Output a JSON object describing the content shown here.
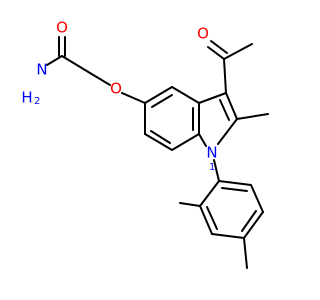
{
  "molecule": {
    "colors": {
      "bond": "#000000",
      "oxygen": "#ff0000",
      "nitrogen": "#0000ff",
      "background": "#ffffff"
    },
    "labels": {
      "amide_oxygen": "O",
      "amide_nitrogen_h2": "H",
      "amide_nitrogen_2": "2",
      "amide_nitrogen": "N",
      "ether_oxygen": "O",
      "ketone_oxygen": "O",
      "indole_nitrogen": "N",
      "indole_locant": "1"
    }
  }
}
